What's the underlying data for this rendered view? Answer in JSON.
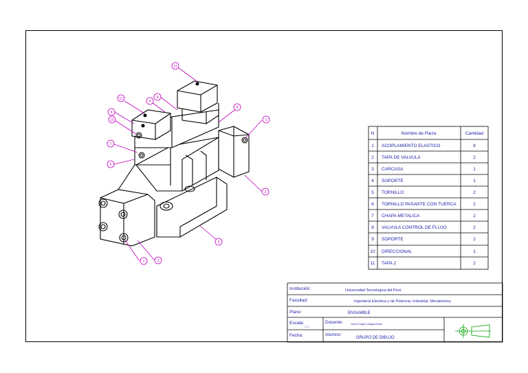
{
  "bom": {
    "headers": [
      "N",
      "Nombre de Pieza",
      "Cantidad"
    ],
    "rows": [
      {
        "n": "1",
        "name": "ACOPLAMIENTO ELASTICO",
        "qty": "8"
      },
      {
        "n": "2",
        "name": "TAPA DE VALVULA",
        "qty": "2"
      },
      {
        "n": "3",
        "name": "CARCASA",
        "qty": "1"
      },
      {
        "n": "4",
        "name": "SOPORTE",
        "qty": "1"
      },
      {
        "n": "5",
        "name": "TORNILLO",
        "qty": "2"
      },
      {
        "n": "6",
        "name": "TORNILLO PASANTE CON TUERCA",
        "qty": "2"
      },
      {
        "n": "7",
        "name": "CHAPA METALICA",
        "qty": "2"
      },
      {
        "n": "8",
        "name": "VALVULA CONTROL DE FLUJO",
        "qty": "2"
      },
      {
        "n": "9",
        "name": "SOPORTE",
        "qty": "2"
      },
      {
        "n": "10",
        "name": "DIRECCIONAL",
        "qty": "1"
      },
      {
        "n": "11",
        "name": "TAPA 2",
        "qty": "2"
      }
    ]
  },
  "title_block": {
    "institucion_label": "Institución:",
    "institucion_value": "Universidad Tecnologica del Perú",
    "facultad_label": "Facultad:",
    "facultad_value": "Ingeniería Eléctrica y de Potencia, Industrial, Mecatronica.",
    "plano_label": "Plano",
    "plano_value": "ENSAMBLE",
    "escala_label": "Escala:",
    "escala_value": "1:2",
    "docente_label": "Docente:",
    "docente_value": "Jose Enrique Vargas Rivas",
    "fecha_label": "Fecha:",
    "alumno_label": "Alumno:",
    "alumno_value": "GRUPO DE DIBUJO"
  },
  "balloons": {
    "b1": "1",
    "b2": "2",
    "b3": "3",
    "b4": "4",
    "b5": "5",
    "b6": "6",
    "b7": "7",
    "b8": "8",
    "b9": "9",
    "b10": "10",
    "b11": "11",
    "b2r": "2",
    "b1r": "1",
    "b2b": "2",
    "b11t": "11"
  },
  "colors": {
    "leader": "#c000c0",
    "text_blue": "#1a1aa8",
    "line": "#000000"
  }
}
